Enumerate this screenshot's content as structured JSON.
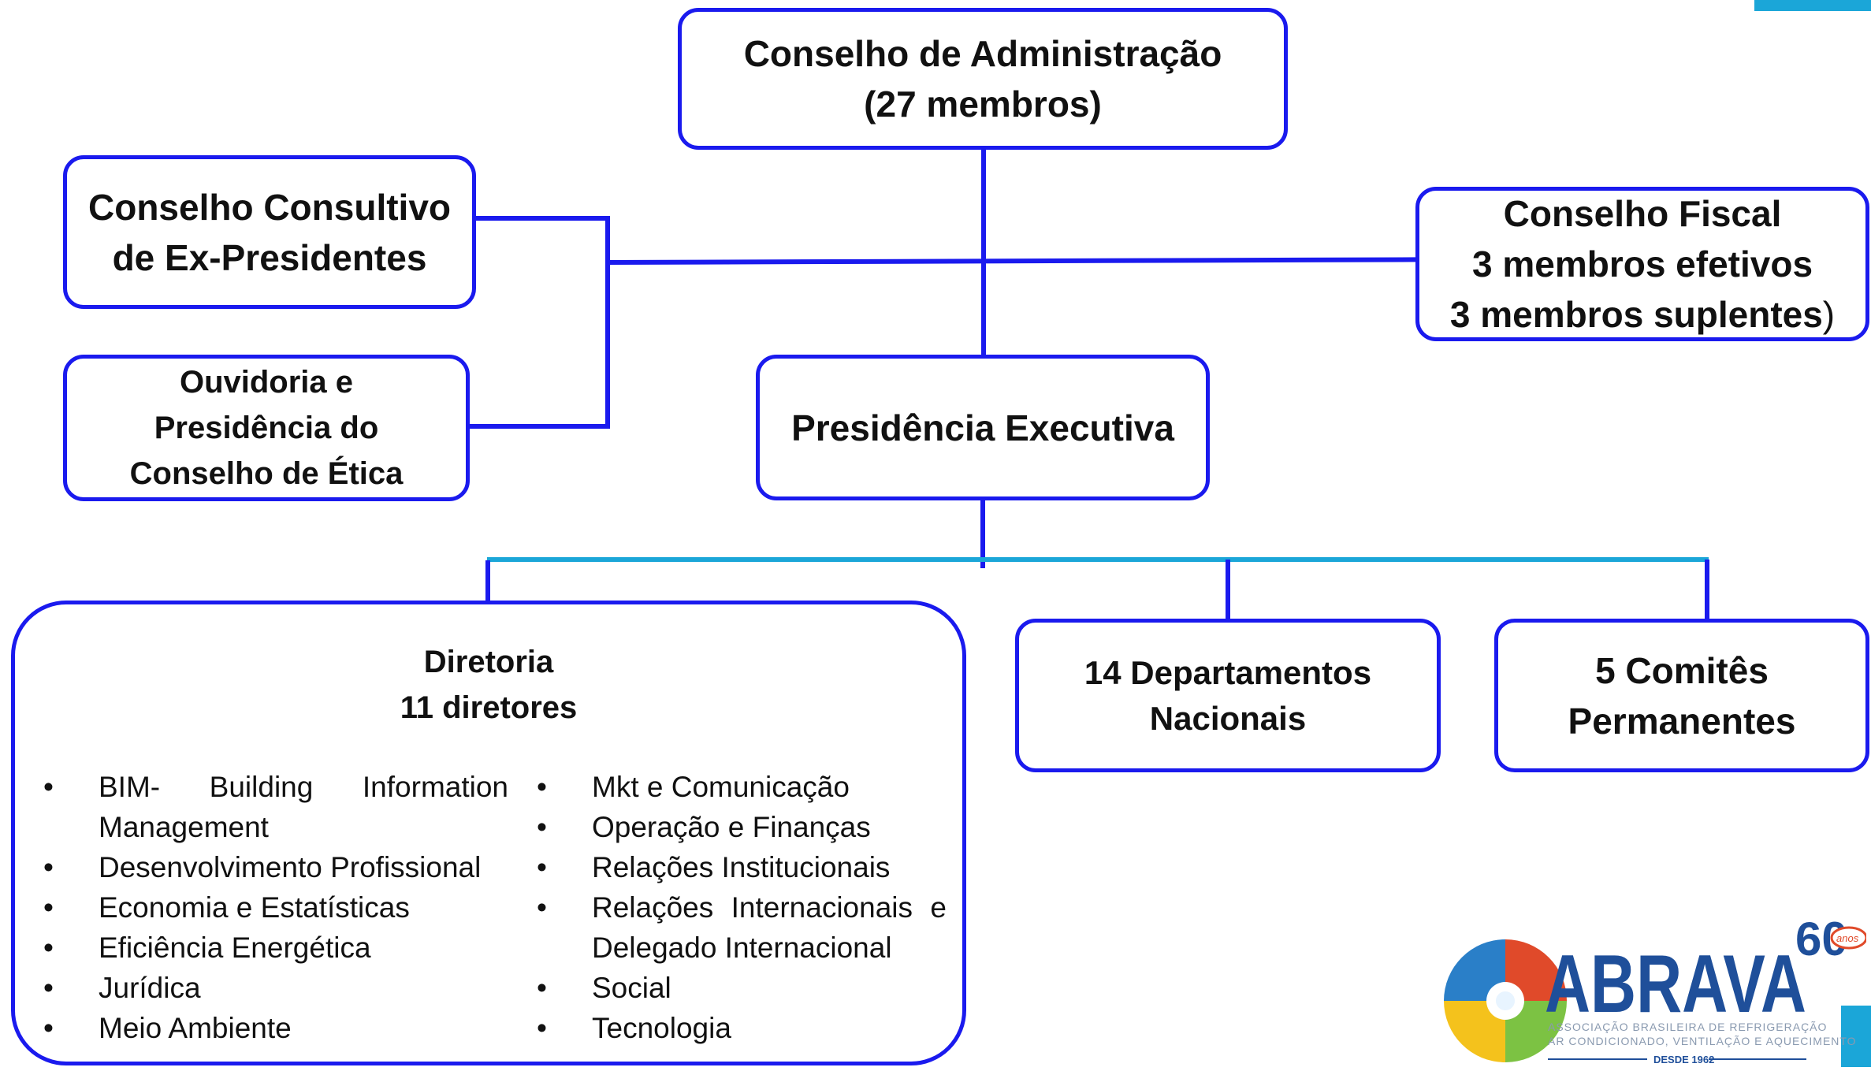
{
  "board": {
    "lines": [
      "Conselho de Administração",
      "(27 membros)"
    ]
  },
  "advisory_council": {
    "lines": [
      "Conselho Consultivo",
      "de Ex-Presidentes"
    ]
  },
  "ombudsman": {
    "lines": [
      "Ouvidoria e",
      "Presidência do",
      "Conselho de Ética"
    ]
  },
  "fiscal_council": {
    "lines": [
      "Conselho Fiscal",
      "3 membros efetivos",
      "3 membros suplentes"
    ],
    "tail": ")"
  },
  "executive": {
    "label": "Presidência Executiva"
  },
  "directorate": {
    "lines": [
      "Diretoria",
      "11 diretores"
    ],
    "left_items": [
      "BIM- Building Information Management",
      "Desenvolvimento Profissional",
      "Economia e Estatísticas",
      "Eficiência Energética",
      "Jurídica",
      "Meio Ambiente"
    ],
    "right_items": [
      "Mkt e Comunicação",
      "Operação e Finanças",
      "Relações Institucionais",
      "Relações Internacionais e Delegado Internacional",
      "Social",
      "Tecnologia"
    ]
  },
  "departments": {
    "lines": [
      "14 Departamentos",
      "Nacionais"
    ]
  },
  "committees": {
    "lines": [
      "5 Comitês",
      "Permanentes"
    ]
  },
  "logo": {
    "name": "ABRAVA",
    "subtitle_1": "ASSOCIAÇÃO BRASILEIRA DE REFRIGERAÇÃO",
    "subtitle_2": "AR CONDICIONADO, VENTILAÇÃO E AQUECIMENTO",
    "since": "DESDE 1962",
    "anniversary": "60",
    "anniversary_unit": "anos"
  },
  "colors": {
    "line_blue": "#1a1aee",
    "accent_cyan": "#1ba6d8",
    "brand_blue": "#1f4f9a"
  }
}
